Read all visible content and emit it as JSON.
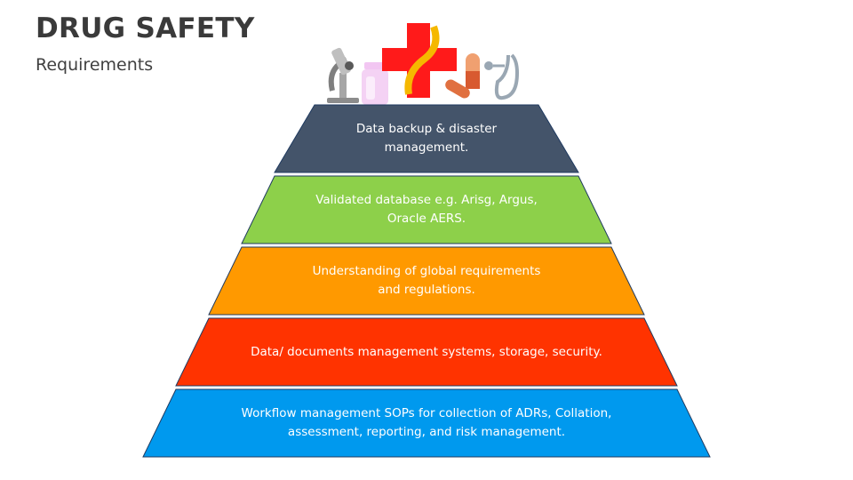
{
  "header": {
    "title": "DRUG SAFETY",
    "subtitle": "Requirements"
  },
  "icons": [
    "microscope-icon",
    "medicine-bottle-icon",
    "medical-cross-icon",
    "pill-capsule-icon",
    "stethoscope-icon"
  ],
  "levels": [
    {
      "text": "Data backup & disaster management.",
      "color": "#44546a"
    },
    {
      "text": "Validated database e.g. Arisg, Argus, Oracle AERS.",
      "color": "#8dd04a"
    },
    {
      "text": "Understanding of global requirements and regulations.",
      "color": "#ff9900"
    },
    {
      "text": "Data/ documents management systems, storage, security.",
      "color": "#ff3300"
    },
    {
      "text": "Workflow management SOPs for collection of ADRs, Collation, assessment, reporting, and risk management.",
      "color": "#0099ee"
    }
  ]
}
